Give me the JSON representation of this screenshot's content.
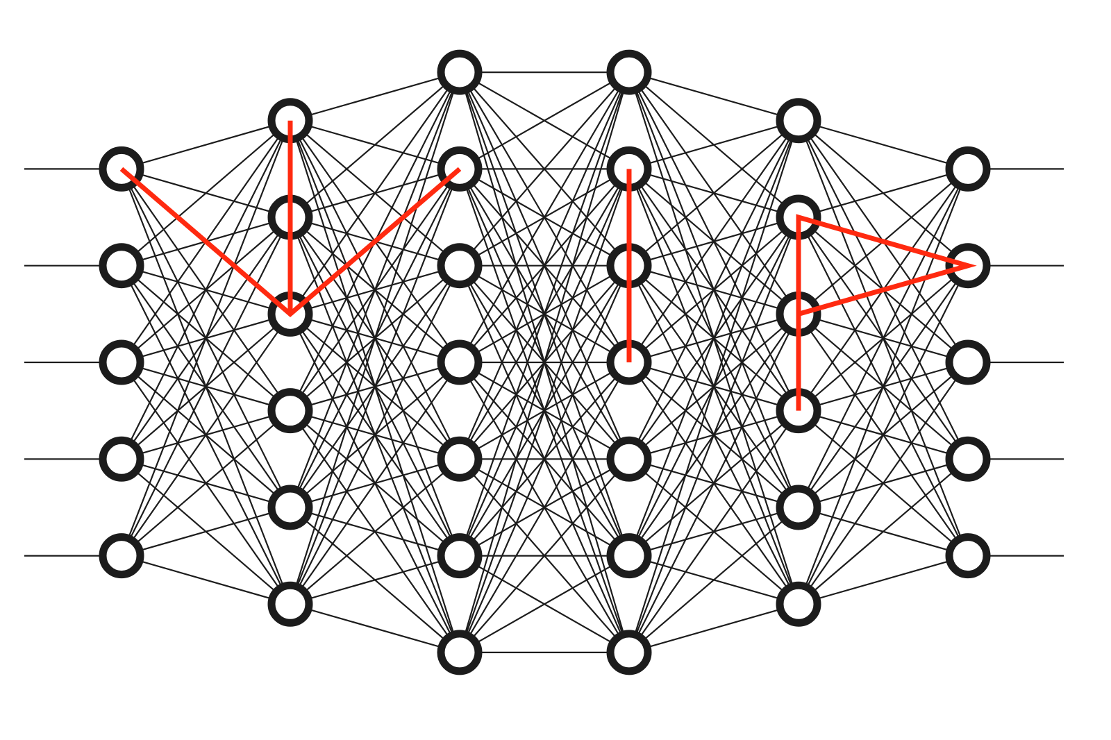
{
  "diagram": {
    "type": "fully-connected neural network",
    "layer_sizes": [
      5,
      6,
      7,
      7,
      6,
      5
    ],
    "has_input_lines": true,
    "has_output_lines": true,
    "colors": {
      "node_stroke": "#1c1c1c",
      "node_fill": "#ffffff",
      "edge": "#1c1c1c",
      "highlight": "#ff2a10"
    },
    "highlight_strokes": [
      {
        "letter": "V",
        "nodes": [
          [
            0,
            0
          ],
          [
            1,
            2
          ],
          [
            2,
            1
          ]
        ]
      },
      {
        "letter": "I",
        "nodes": [
          [
            1,
            0
          ],
          [
            1,
            2
          ]
        ]
      },
      {
        "letter": "I",
        "nodes": [
          [
            3,
            1
          ],
          [
            3,
            3
          ]
        ]
      },
      {
        "letter": "P",
        "nodes": [
          [
            4,
            3
          ],
          [
            4,
            1
          ],
          [
            5,
            1
          ],
          [
            4,
            2
          ]
        ]
      }
    ]
  }
}
